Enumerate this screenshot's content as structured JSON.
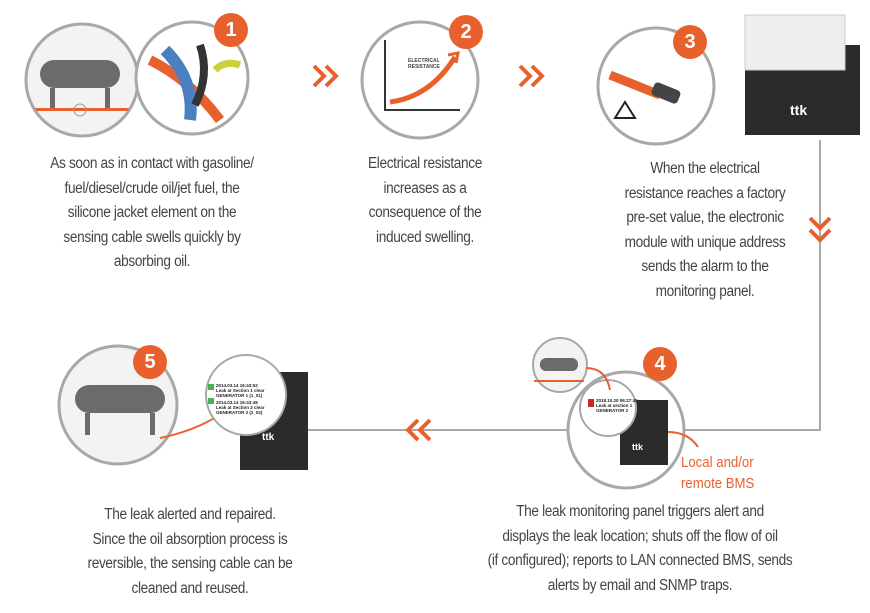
{
  "colors": {
    "accent": "#e8602c",
    "line": "#a8a8a8",
    "text": "#444444",
    "tank": "#6b6b6b",
    "panel": "#2b2b2b"
  },
  "steps": [
    {
      "number": "1",
      "lines": [
        "As soon as in contact with gasoline/",
        "fuel/diesel/crude oil/jet fuel, the",
        "silicone jacket element on the",
        "sensing cable swells quickly by",
        "absorbing oil."
      ]
    },
    {
      "number": "2",
      "graph_label": [
        "ELECTRICAL",
        "RESISTANCE"
      ],
      "lines": [
        "Electrical resistance",
        "increases as a",
        "consequence of the",
        "induced swelling."
      ]
    },
    {
      "number": "3",
      "lines": [
        "When the electrical",
        "resistance reaches a factory",
        "pre-set value, the electronic",
        "module with unique address",
        "sends the alarm to the",
        "monitoring panel."
      ]
    },
    {
      "number": "4",
      "screen": [
        "2018.10.20 06:27:45",
        "Leak at section 1",
        "GENERATOR 2"
      ],
      "bms_label": [
        "Local and/or",
        "remote BMS"
      ],
      "lines": [
        "The leak monitoring panel triggers alert and",
        "displays the leak location; shuts off the flow of oil",
        "(if configured); reports to LAN connected BMS, sends",
        "alerts by email and SNMP traps."
      ]
    },
    {
      "number": "5",
      "screen": [
        "2014.03.14 16:43:52",
        "Leak at Section 1  clear",
        "GENERATOR 1 (1_01)",
        "2014.03.14 16:43:48",
        "Leak at Section 2  clear",
        "GENERATOR 2 (2_02)"
      ],
      "lines": [
        "The leak alerted and repaired.",
        "Since the oil absorption process is",
        "reversible, the sensing cable can be",
        "cleaned and reused."
      ]
    }
  ],
  "icons": {
    "flow_arrow": "double-chevron-icon",
    "ex_mark": "ex-icon",
    "brand": "ttk"
  },
  "brand_text": "ttk"
}
